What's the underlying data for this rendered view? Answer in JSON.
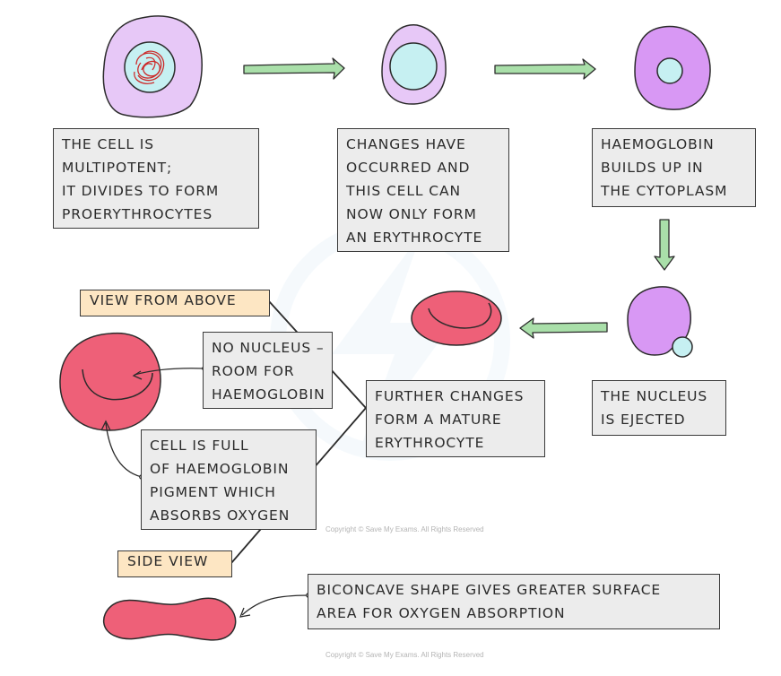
{
  "boxes": {
    "multipotent": [
      "THE CELL IS",
      "MULTIPOTENT;",
      "IT DIVIDES TO FORM",
      "PROERYTHROCYTES"
    ],
    "changes": [
      "CHANGES HAVE",
      "OCCURRED AND",
      "THIS CELL CAN",
      "NOW ONLY FORM",
      "AN ERYTHROCYTE"
    ],
    "haemoglobin": [
      "HAEMOGLOBIN",
      "BUILDS UP IN",
      "THE CYTOPLASM"
    ],
    "ejected": [
      "THE NUCLEUS",
      "IS EJECTED"
    ],
    "mature": [
      "FURTHER CHANGES",
      "FORM A MATURE",
      "ERYTHROCYTE"
    ],
    "no_nucleus": [
      "NO NUCLEUS –",
      "ROOM FOR",
      "HAEMOGLOBIN"
    ],
    "full": [
      "CELL IS FULL",
      "OF HAEMOGLOBIN",
      "PIGMENT WHICH",
      "ABSORBS OXYGEN"
    ],
    "biconcave": [
      "BICONCAVE SHAPE GIVES GREATER SURFACE",
      "AREA FOR OXYGEN ABSORPTION"
    ]
  },
  "tags": {
    "view_from_above": "VIEW FROM ABOVE",
    "side_view": "SIDE VIEW"
  },
  "copyright": "Copyright © Save My Exams. All Rights Reserved",
  "colors": {
    "cell_purple": "#e7c8f7",
    "cell_purple_dark": "#d898f4",
    "nucleus_cyan": "#c6f0f2",
    "rbc_pink": "#ee6078",
    "arrow_green": "#a9dfa9",
    "chromatin_red": "#cc2a2a",
    "box_gray": "#ececec",
    "tag_orange": "#fde6c3"
  }
}
